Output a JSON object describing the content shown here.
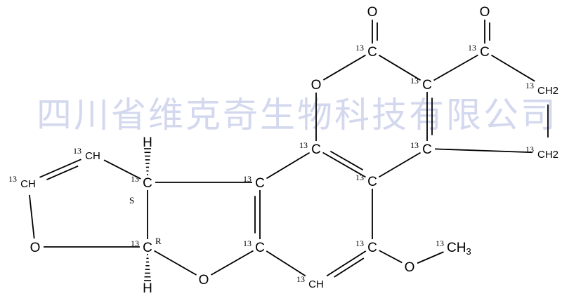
{
  "watermark": "四川省维克奇生物科技有限公司",
  "atoms": {
    "o_lactone_carbonyl": {
      "label": "O"
    },
    "c_lactone": {
      "label": "C",
      "isotope": "13"
    },
    "o_ring_pyran": {
      "label": "O"
    },
    "c_alpha": {
      "label": "C",
      "isotope": "13"
    },
    "c_ketone": {
      "label": "C",
      "isotope": "13"
    },
    "o_ketone": {
      "label": "O"
    },
    "ch2_a": {
      "label": "CH2",
      "isotope": "13"
    },
    "ch2_b": {
      "label": "CH2",
      "isotope": "13"
    },
    "c_beta": {
      "label": "C",
      "isotope": "13"
    },
    "c_ar1": {
      "label": "C",
      "isotope": "13"
    },
    "c_ar2": {
      "label": "C",
      "isotope": "13"
    },
    "c_ar3": {
      "label": "C",
      "isotope": "13"
    },
    "c_ar4": {
      "label": "C",
      "isotope": "13"
    },
    "c_ar5": {
      "label": "C",
      "isotope": "13"
    },
    "ch_ar6": {
      "label": "CH",
      "isotope": "13"
    },
    "o_methoxy": {
      "label": "O"
    },
    "ch3": {
      "label": "CH",
      "sub": "3",
      "isotope": "13"
    },
    "o_furan_mid": {
      "label": "O"
    },
    "c_r": {
      "label": "C",
      "isotope": "13",
      "stereo": "R"
    },
    "c_s": {
      "label": "C",
      "isotope": "13",
      "stereo": "S"
    },
    "h_s": {
      "label": "H"
    },
    "h_r": {
      "label": "H"
    },
    "ch_vinyl1": {
      "label": "CH",
      "isotope": "13"
    },
    "ch_vinyl2": {
      "label": "CH",
      "isotope": "13"
    },
    "o_furan_left": {
      "label": "O"
    }
  },
  "bonds": [
    [
      "c_lactone",
      "o_lactone_carbonyl",
      2
    ],
    [
      "c_lactone",
      "o_ring_pyran",
      1
    ],
    [
      "c_lactone",
      "c_alpha",
      1
    ],
    [
      "c_alpha",
      "c_beta",
      2
    ],
    [
      "c_alpha",
      "c_ketone",
      1
    ],
    [
      "c_ketone",
      "o_ketone",
      2
    ],
    [
      "c_ketone",
      "ch2_a",
      1
    ],
    [
      "ch2_a",
      "ch2_b",
      1
    ],
    [
      "ch2_b",
      "c_beta",
      1
    ],
    [
      "c_beta",
      "c_ar2",
      1
    ],
    [
      "c_ar2",
      "c_ar1",
      2
    ],
    [
      "c_ar1",
      "o_ring_pyran",
      1
    ],
    [
      "c_ar1",
      "c_ar3",
      1
    ],
    [
      "c_ar3",
      "c_ar4",
      2
    ],
    [
      "c_ar3",
      "c_s",
      1
    ],
    [
      "c_ar4",
      "o_furan_mid",
      1
    ],
    [
      "o_furan_mid",
      "c_r",
      1
    ],
    [
      "c_r",
      "c_s",
      1
    ],
    [
      "c_r",
      "o_furan_left",
      1
    ],
    [
      "o_furan_left",
      "ch_vinyl2",
      1
    ],
    [
      "ch_vinyl2",
      "ch_vinyl1",
      2
    ],
    [
      "ch_vinyl1",
      "c_s",
      1
    ],
    [
      "c_ar2",
      "c_ar5",
      1
    ],
    [
      "c_ar5",
      "ch_ar6",
      2
    ],
    [
      "ch_ar6",
      "c_ar4",
      1
    ],
    [
      "c_ar5",
      "o_methoxy",
      1
    ],
    [
      "o_methoxy",
      "ch3",
      1
    ],
    [
      "c_s",
      "h_s",
      "hash"
    ],
    [
      "c_r",
      "h_r",
      "hash"
    ]
  ]
}
